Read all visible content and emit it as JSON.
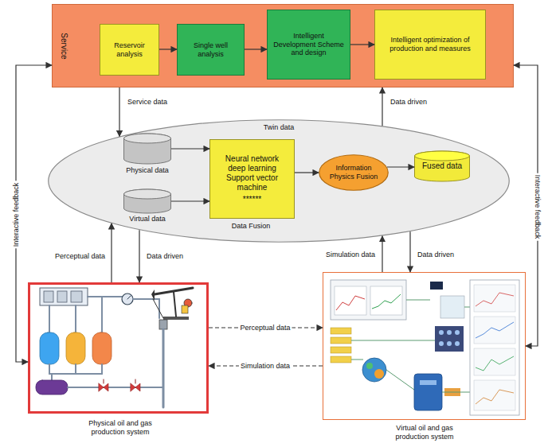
{
  "diagram": {
    "nodes": [
      {
        "text": [
          "Service"
        ]
      },
      {
        "text": [
          "Reservoir analysis"
        ],
        "in": 0
      },
      {
        "text": [
          "Single well analysis"
        ],
        "in": 0
      },
      {
        "text": [
          "Intelligent Development Scheme and design"
        ],
        "in": 0
      },
      {
        "text": [
          "Intelligent optimization of production and measures"
        ],
        "in": 0
      },
      {
        "text": [
          "Twin data",
          "Data Fusion"
        ]
      },
      {
        "text": [
          "Physical data"
        ],
        "in": 5
      },
      {
        "text": [
          "Virtual data"
        ],
        "in": 5
      },
      {
        "text": [
          "Neural network deep learning Support vector machine",
          "******"
        ],
        "in": 5
      },
      {
        "text": [
          "Information Physics Fusion"
        ],
        "in": 5
      },
      {
        "text": [
          "Fused data"
        ],
        "in": 5
      },
      {
        "text": [
          "Physical oil and gas production system"
        ]
      },
      {
        "text": [
          "Virtual oil and gas production system"
        ]
      }
    ],
    "edges": [
      {
        "from": 1,
        "to": 2,
        "arrow": "to"
      },
      {
        "from": 2,
        "to": 3,
        "arrow": "to"
      },
      {
        "from": 3,
        "to": 4,
        "arrow": "to"
      },
      {
        "from": 0,
        "to": 5,
        "arrow": "to",
        "label": "Service data"
      },
      {
        "from": 5,
        "to": 0,
        "arrow": "to",
        "label": "Data driven"
      },
      {
        "from": 6,
        "to": 8,
        "arrow": "to"
      },
      {
        "from": 7,
        "to": 8,
        "arrow": "to"
      },
      {
        "from": 8,
        "to": 9,
        "arrow": "to"
      },
      {
        "from": 9,
        "to": 10,
        "arrow": "to"
      },
      {
        "from": 11,
        "to": 5,
        "arrow": "to",
        "label": "Perceptual data"
      },
      {
        "from": 5,
        "to": 11,
        "arrow": "to",
        "label": "Data driven"
      },
      {
        "from": 12,
        "to": 5,
        "arrow": "to",
        "label": "Simulation data"
      },
      {
        "from": 5,
        "to": 12,
        "arrow": "to",
        "label": "Data driven"
      },
      {
        "from": 11,
        "to": 12,
        "arrow": "to",
        "label": "Perceptual data"
      },
      {
        "from": 12,
        "to": 11,
        "arrow": "to",
        "label": "Simulation data"
      },
      {
        "from": 0,
        "to": 11,
        "arrow": "both",
        "label": "Interactive feedback"
      },
      {
        "from": 0,
        "to": 12,
        "arrow": "both",
        "label": "Interactive feedback"
      }
    ]
  }
}
